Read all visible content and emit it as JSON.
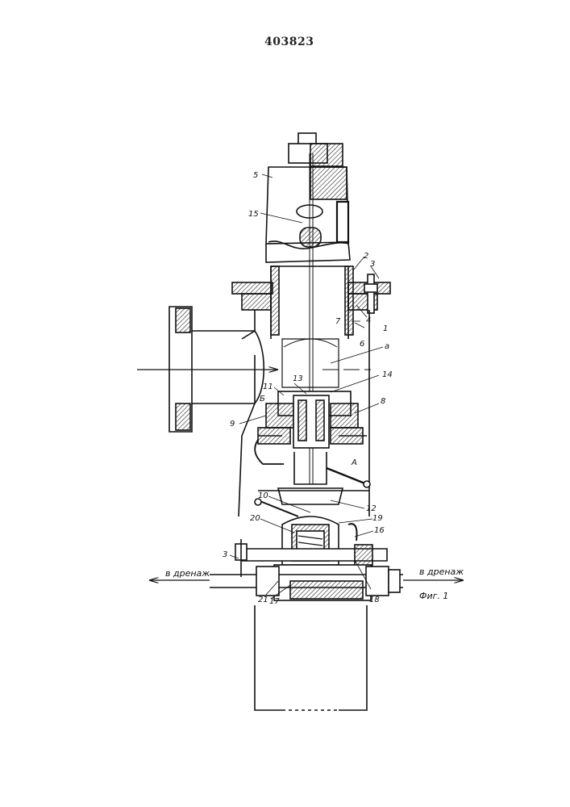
{
  "patent_number": "403823",
  "figure_caption": "Фиг. 1",
  "drain_left": "в дренаж",
  "drain_right": "в дренаж",
  "part_labels": {
    "p1": "1",
    "p2": "2",
    "p3": "3",
    "p3b": "3",
    "p4": "4",
    "p5": "5",
    "p6": "6",
    "p7": "7",
    "p8": "8",
    "p9": "9",
    "p10": "10",
    "p11": "11",
    "p12": "12",
    "p13": "13",
    "p14": "14",
    "p15": "15",
    "p16": "16",
    "p17": "17",
    "p18": "18",
    "p19": "19",
    "p20": "20",
    "p21": "21",
    "pa": "а",
    "pA": "А",
    "pB": "Б"
  }
}
